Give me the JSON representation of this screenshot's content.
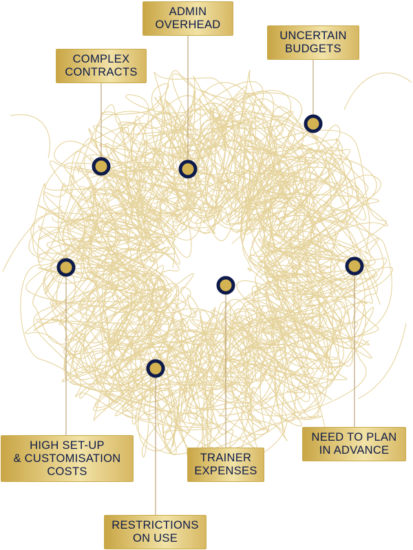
{
  "labels": {
    "admin_overhead": "ADMIN\nOVERHEAD",
    "uncertain_budgets": "UNCERTAIN\nBUDGETS",
    "complex_contracts": "COMPLEX\nCONTRACTS",
    "high_setup_costs": "HIGH SET-UP\n& CUSTOMISATION\nCOSTS",
    "need_to_plan": "NEED TO PLAN\nIN ADVANCE",
    "trainer_expenses": "TRAINER\nEXPENSES",
    "restrictions_on_use": "RESTRICTIONS\nON USE"
  },
  "colors": {
    "gold": "#c9a646",
    "gold_light": "#f1e2a6",
    "navy": "#0d1a4a",
    "scribble": "#e3cf92",
    "connector": "#b89a70"
  }
}
